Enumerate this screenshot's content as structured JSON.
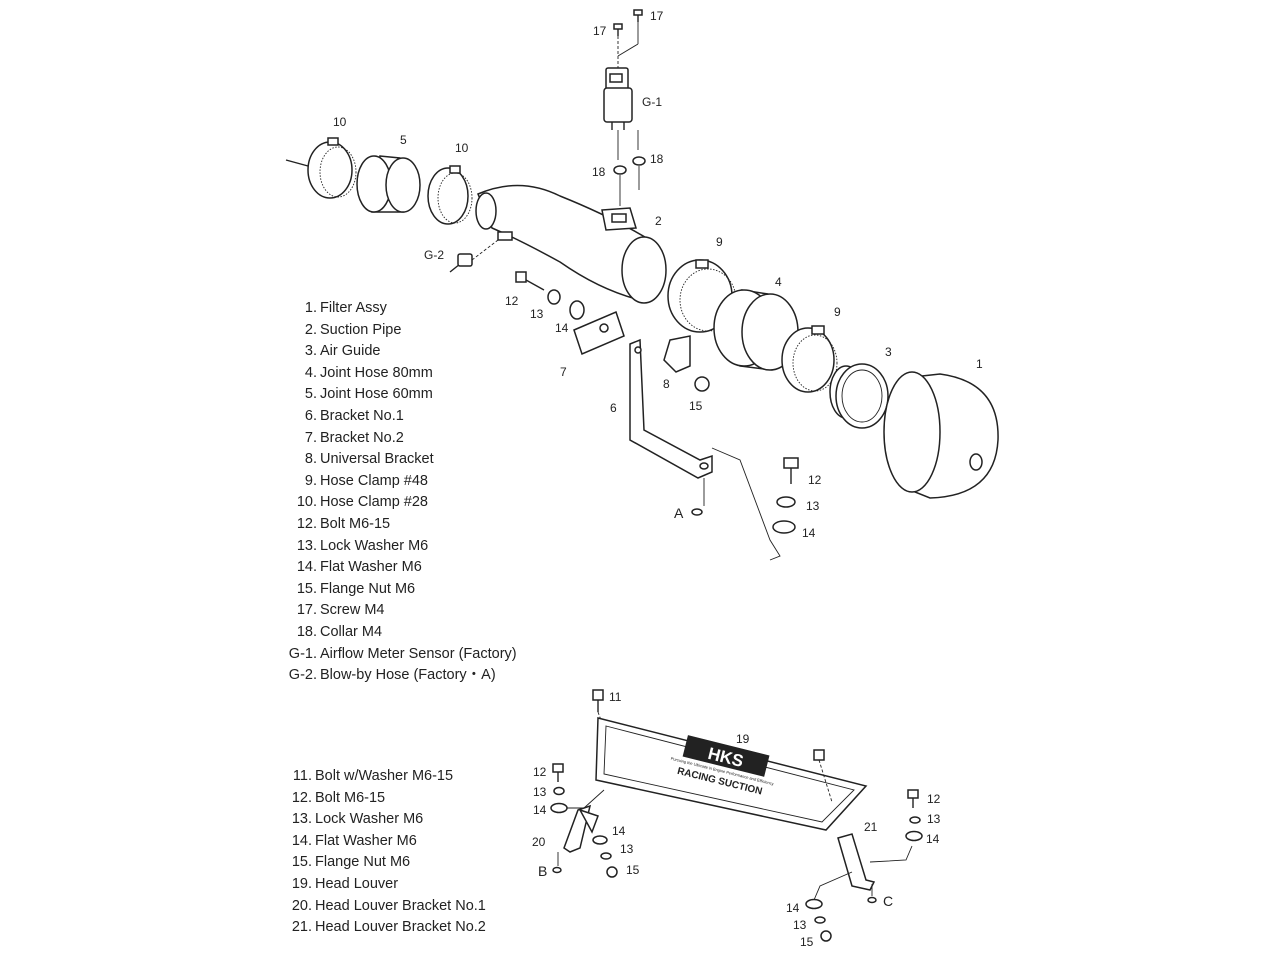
{
  "callouts": {
    "screw_left": "17",
    "screw_right": "17",
    "airflow_meter": "G-1",
    "collar_left": "18",
    "collar_right": "18",
    "clamp_left": "10",
    "clamp_mid": "10",
    "hose_60": "5",
    "suction_pipe": "2",
    "blowby": "G-2",
    "clamp_48_a": "9",
    "clamp_48_b": "9",
    "hose_80": "4",
    "air_guide": "3",
    "filter": "1",
    "bolt_a": "12",
    "lockwasher_a": "13",
    "flatwasher_a": "14",
    "bracket2": "7",
    "universal_bracket": "8",
    "flange_nut_a": "15",
    "bracket1": "6",
    "point_a": "A",
    "bolt_b": "12",
    "lockwasher_b": "13",
    "flatwasher_b": "14",
    "bolt_washer": "11",
    "louver": "19",
    "bolt_c": "12",
    "lockwasher_c": "13",
    "flatwasher_c": "14",
    "bracket20": "20",
    "point_b": "B",
    "flatwasher_d": "14",
    "lockwasher_d": "13",
    "flange_nut_d": "15",
    "bracket21": "21",
    "bolt_e": "12",
    "lockwasher_e": "13",
    "flatwasher_e": "14",
    "point_c": "C",
    "flatwasher_f": "14",
    "lockwasher_f": "13",
    "flange_nut_f": "15"
  },
  "louver_text": {
    "brand": "HKS",
    "product": "RACING SUCTION",
    "tagline": "Pursuing the Ultimate in Engine Performance and Efficiency"
  },
  "legend1": [
    {
      "num": "1.",
      "name": "Filter Assy"
    },
    {
      "num": "2.",
      "name": "Suction Pipe"
    },
    {
      "num": "3.",
      "name": "Air Guide"
    },
    {
      "num": "4.",
      "name": "Joint Hose 80mm"
    },
    {
      "num": "5.",
      "name": "Joint Hose 60mm"
    },
    {
      "num": "6.",
      "name": "Bracket No.1"
    },
    {
      "num": "7.",
      "name": "Bracket No.2"
    },
    {
      "num": "8.",
      "name": "Universal Bracket"
    },
    {
      "num": "9.",
      "name": "Hose Clamp #48"
    },
    {
      "num": "10.",
      "name": "Hose Clamp #28"
    },
    {
      "num": "12.",
      "name": "Bolt M6-15"
    },
    {
      "num": "13.",
      "name": "Lock Washer M6"
    },
    {
      "num": "14.",
      "name": "Flat Washer M6"
    },
    {
      "num": "15.",
      "name": "Flange Nut M6"
    },
    {
      "num": "17.",
      "name": "Screw M4"
    },
    {
      "num": "18.",
      "name": "Collar M4"
    },
    {
      "num": "G-1.",
      "name": "Airflow Meter Sensor (Factory)"
    },
    {
      "num": "G-2.",
      "name": "Blow-by Hose (Factory・A)"
    }
  ],
  "legend2": [
    {
      "num": "11.",
      "name": "Bolt w/Washer M6-15"
    },
    {
      "num": "12.",
      "name": "Bolt M6-15"
    },
    {
      "num": "13.",
      "name": "Lock Washer M6"
    },
    {
      "num": "14.",
      "name": "Flat Washer M6"
    },
    {
      "num": "15.",
      "name": "Flange Nut M6"
    },
    {
      "num": "19.",
      "name": "Head Louver"
    },
    {
      "num": "20.",
      "name": "Head Louver Bracket No.1"
    },
    {
      "num": "21.",
      "name": "Head Louver Bracket No.2"
    }
  ]
}
